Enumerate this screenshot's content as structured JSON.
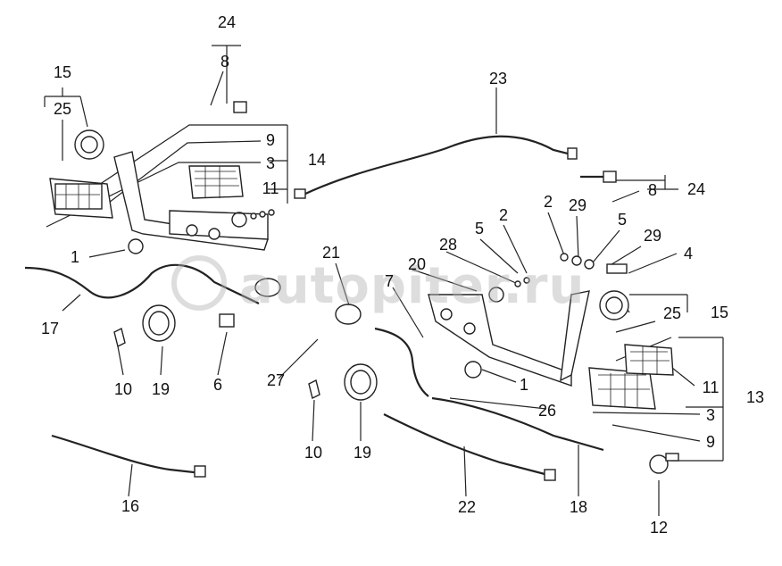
{
  "callouts": {
    "c24_top": "24",
    "c8_top": "8",
    "c15_left": "15",
    "c25_left": "25",
    "c9_left": "9",
    "c3_left": "3",
    "c14": "14",
    "c11_left": "11",
    "c1_left": "1",
    "c17": "17",
    "c10_left": "10",
    "c19_left": "19",
    "c6": "6",
    "c23": "23",
    "c21": "21",
    "c7": "7",
    "c20": "20",
    "c28": "28",
    "c5_mid": "5",
    "c2_mid": "2",
    "c2_right": "2",
    "c29_top": "29",
    "c5_right": "5",
    "c29_right": "29",
    "c4": "4",
    "c24_right": "24",
    "c8_right": "8",
    "c25_right": "25",
    "c15_right": "15",
    "c13": "13",
    "c11_right": "11",
    "c3_right": "3",
    "c9_right": "9",
    "c12": "12",
    "c27": "27",
    "c10_mid": "10",
    "c19_mid": "19",
    "c1_mid": "1",
    "c26": "26",
    "c16": "16",
    "c22": "22",
    "c18": "18"
  },
  "watermark": "autopiter.ru"
}
